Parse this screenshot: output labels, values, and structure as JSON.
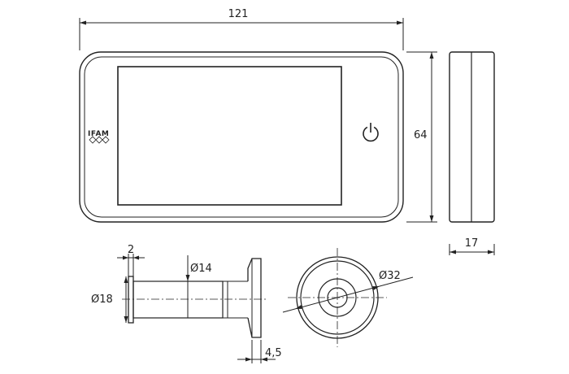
{
  "brand_logo": "IFAM",
  "icons": {
    "power": "power-icon"
  },
  "dimensions": {
    "width": "121",
    "height": "64",
    "depth": "17",
    "flange_thickness": "2",
    "flange_diameter": "Ø18",
    "tube_diameter": "Ø14",
    "rear_flange_thickness": "4,5",
    "lens_diameter": "Ø32"
  },
  "colors": {
    "line": "#222222",
    "background": "#ffffff"
  }
}
